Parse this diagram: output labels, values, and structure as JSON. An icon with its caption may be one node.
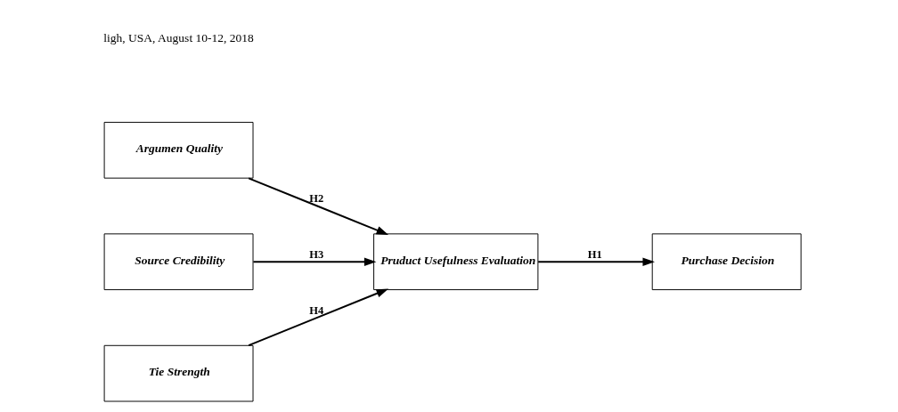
{
  "diagram": {
    "nodes": [
      {
        "text": [
          "Argumen Quality"
        ]
      },
      {
        "text": [
          "Source Credibility"
        ]
      },
      {
        "text": [
          "Tie Strength"
        ]
      },
      {
        "text": [
          "Pruduct Usefulness Evaluation"
        ]
      },
      {
        "text": [
          "Purchase Decision"
        ]
      }
    ],
    "edges": [
      {
        "from": 0,
        "to": 3,
        "arrow": "to",
        "label": "H2"
      },
      {
        "from": 1,
        "to": 3,
        "arrow": "to",
        "label": "H3"
      },
      {
        "from": 2,
        "to": 3,
        "arrow": "to",
        "label": "H4"
      },
      {
        "from": 3,
        "to": 4,
        "arrow": "to",
        "label": "H1"
      }
    ],
    "labels": [
      "ligh, USA, August 10-12, 2018"
    ]
  }
}
